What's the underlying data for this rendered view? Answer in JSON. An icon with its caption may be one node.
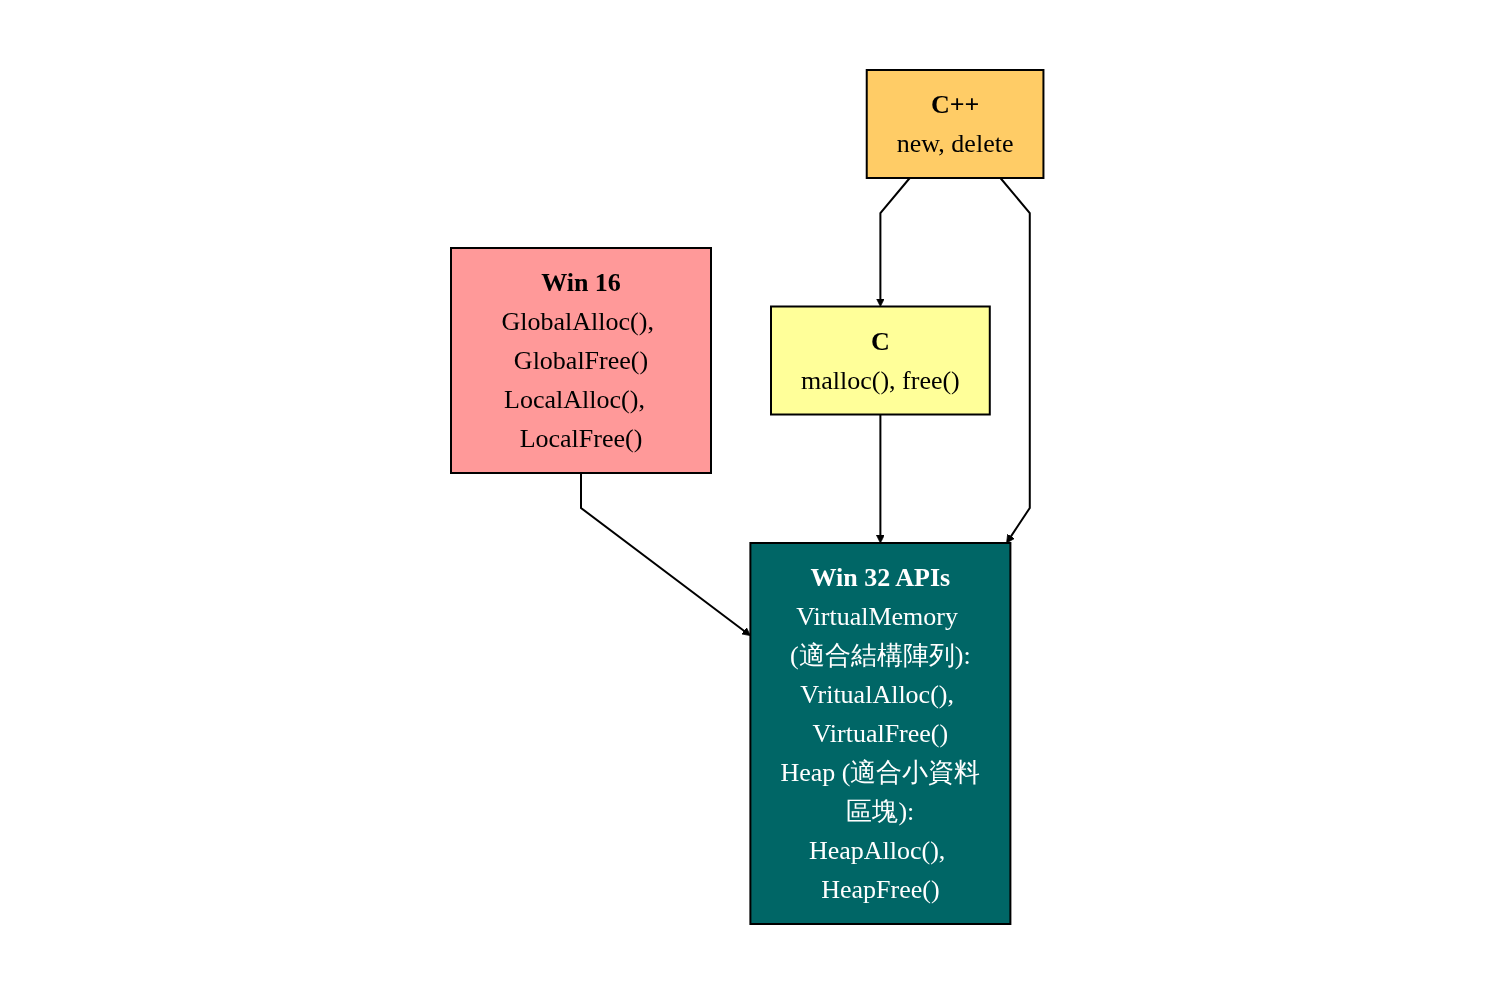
{
  "diagram": {
    "nodes": [
      {
        "text": [
          "Win 16",
          "GlobalAlloc(), GlobalFree()",
          "LocalAlloc(),  LocalFree()"
        ]
      },
      {
        "text": [
          "C++",
          "new, delete"
        ]
      },
      {
        "text": [
          "C",
          "malloc(), free()"
        ]
      },
      {
        "text": [
          "Win 32 APIs",
          "VirtualMemory (適合結構陣列):",
          "VritualAlloc(), VirtualFree()",
          "Heap (適合小資料區塊):",
          "HeapAlloc(), HeapFree()"
        ]
      }
    ],
    "edges": [
      {
        "from": 1,
        "to": 2,
        "arrow": "to"
      },
      {
        "from": 0,
        "to": 3,
        "arrow": "to"
      },
      {
        "from": 2,
        "to": 3,
        "arrow": "to"
      },
      {
        "from": 1,
        "to": 3,
        "arrow": "to"
      }
    ]
  }
}
